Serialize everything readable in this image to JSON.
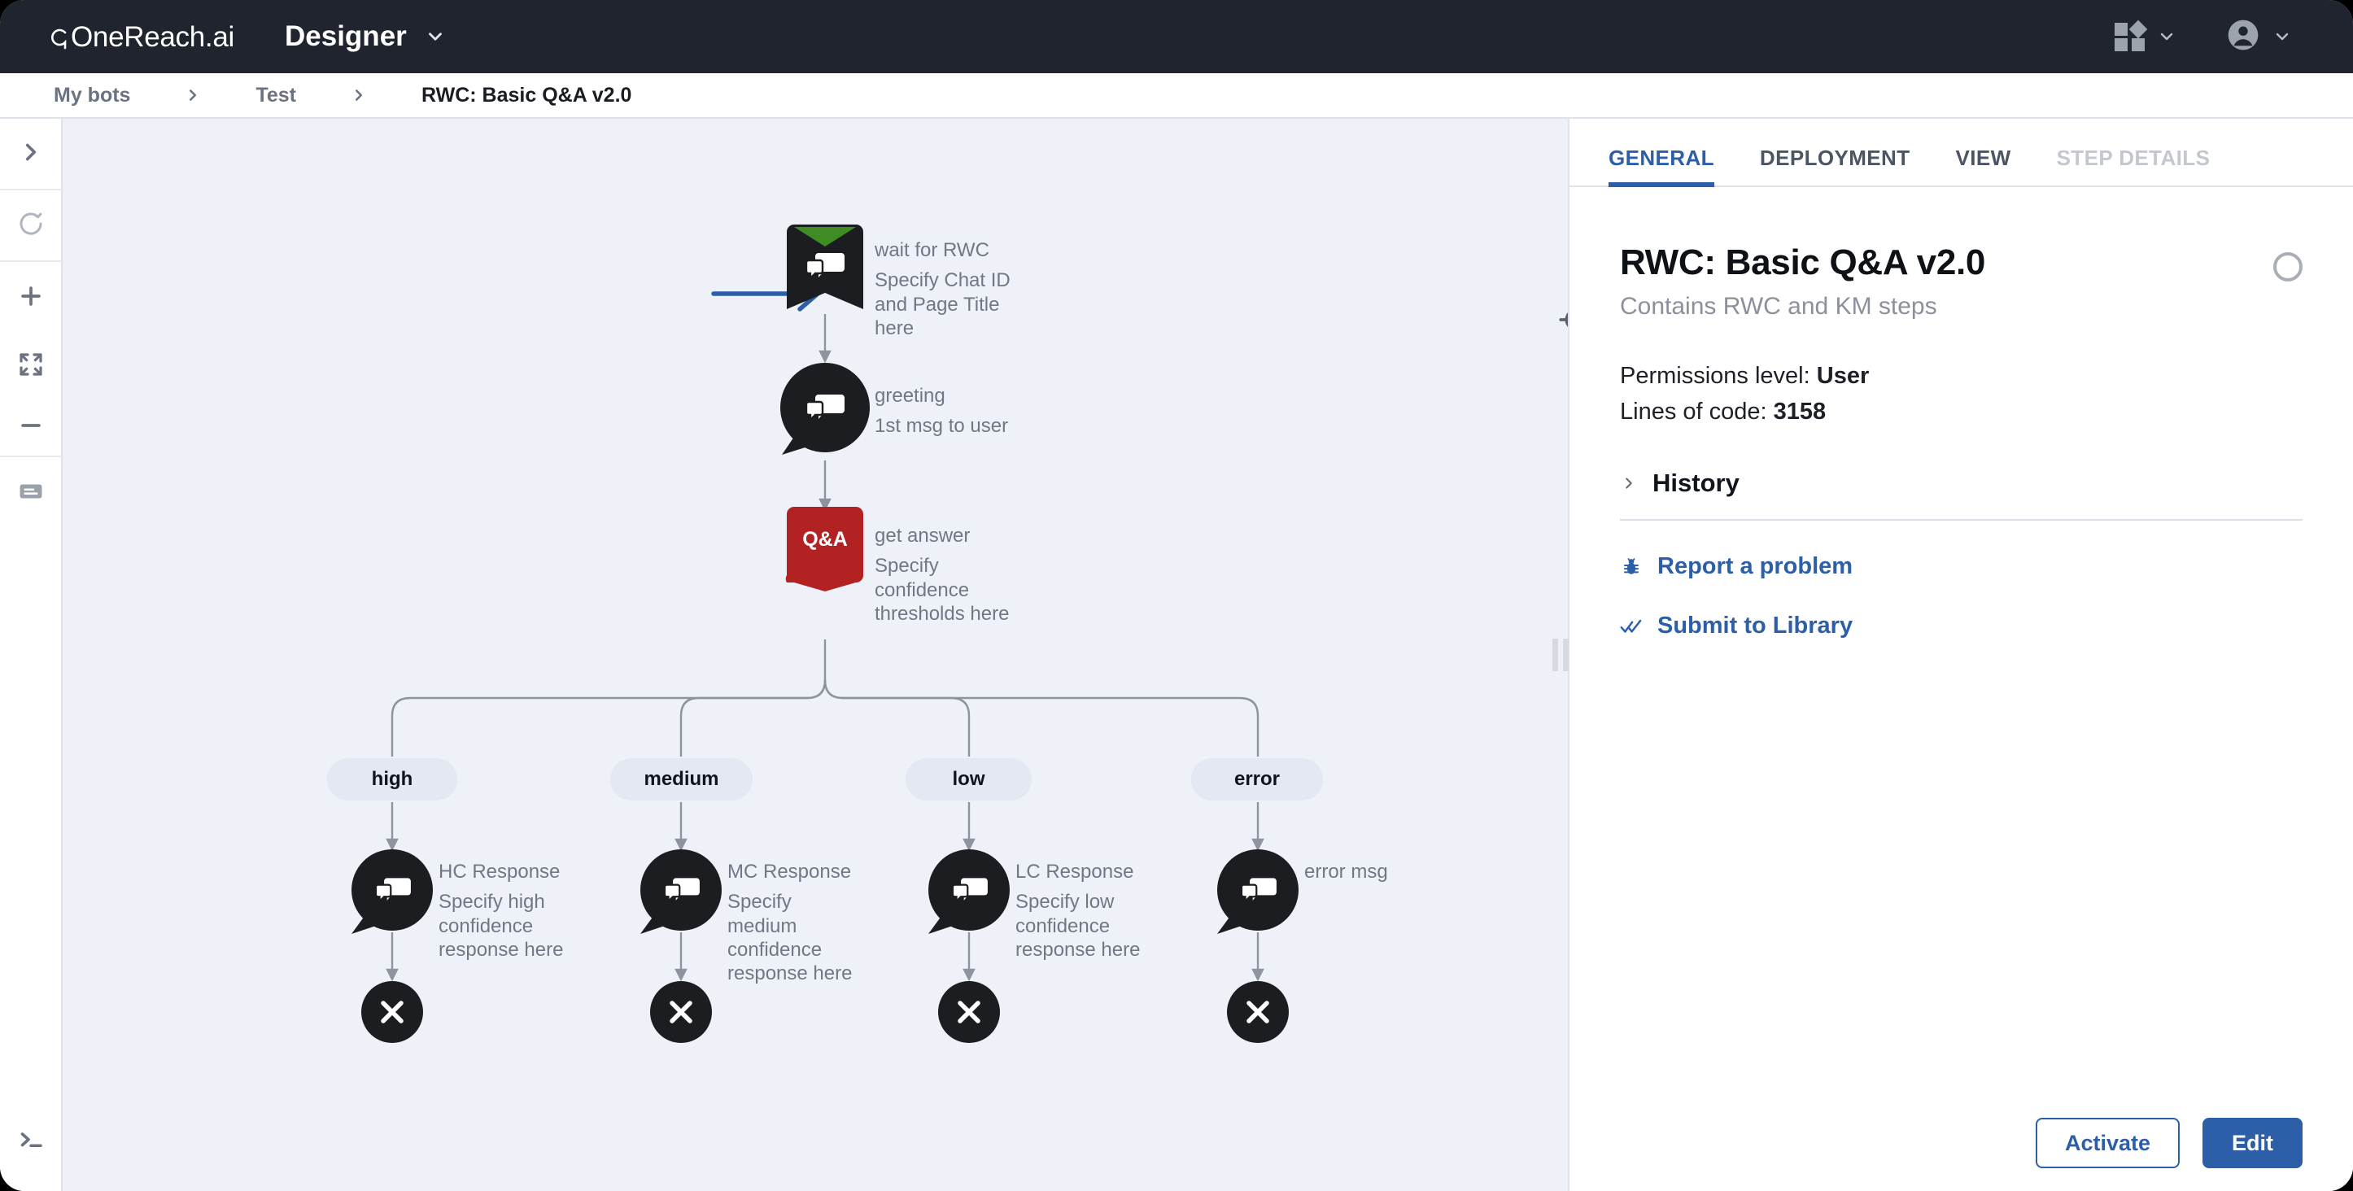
{
  "topnav": {
    "logo": "OneReach.ai",
    "app_name": "Designer",
    "app_caret_icon": "chevron-down-icon",
    "apps_icon": "apps-grid-icon",
    "apps_caret_icon": "chevron-down-icon",
    "account_icon": "user-avatar-icon",
    "account_caret_icon": "chevron-down-icon"
  },
  "breadcrumb": {
    "items": [
      {
        "label": "My bots",
        "active": false
      },
      {
        "label": "Test",
        "active": false
      },
      {
        "label": "RWC: Basic Q&A v2.0",
        "active": true
      }
    ],
    "separator_icon": "chevron-right-icon"
  },
  "left_toolbar": {
    "items": [
      {
        "name": "expand-panel",
        "icon": "chevron-right-icon"
      },
      {
        "name": "refresh",
        "icon": "refresh-icon"
      },
      {
        "name": "zoom-in",
        "icon": "plus-icon"
      },
      {
        "name": "fit-to-screen",
        "icon": "fit-screen-icon"
      },
      {
        "name": "zoom-out",
        "icon": "minus-icon"
      },
      {
        "name": "documentation",
        "icon": "document-icon"
      },
      {
        "name": "console",
        "icon": "terminal-icon"
      }
    ]
  },
  "canvas": {
    "recenter_icon": "crosshair-target-icon",
    "annotation_arrow": {
      "icon": "arrow-right-annotation",
      "color": "#2c5fa8"
    },
    "background_color": "#eef1f8",
    "nodes": [
      {
        "id": "wait-for-rwc",
        "shape": "trigger-banner",
        "icon": "chat-bubbles-icon",
        "color": "#1b1d21",
        "accent_color": "#3f8c24",
        "title": "wait for RWC",
        "subtitle": "Specify Chat ID and Page Title here"
      },
      {
        "id": "greeting",
        "shape": "speech-bubble",
        "icon": "chat-bubbles-icon",
        "color": "#1b1d21",
        "title": "greeting",
        "subtitle": "1st msg to user"
      },
      {
        "id": "get-answer",
        "shape": "qa-banner",
        "badge": "Q&A",
        "color": "#b22222",
        "title": "get answer",
        "subtitle": "Specify confidence thresholds here"
      }
    ],
    "branches": [
      {
        "label": "high",
        "node": {
          "id": "hc-response",
          "shape": "speech-bubble",
          "icon": "chat-bubbles-icon",
          "title": "HC Response",
          "subtitle": "Specify high confidence response here"
        },
        "end": {
          "id": "end-high",
          "icon": "close-x-icon"
        }
      },
      {
        "label": "medium",
        "node": {
          "id": "mc-response",
          "shape": "speech-bubble",
          "icon": "chat-bubbles-icon",
          "title": "MC Response",
          "subtitle": "Specify medium confidence response here"
        },
        "end": {
          "id": "end-medium",
          "icon": "close-x-icon"
        }
      },
      {
        "label": "low",
        "node": {
          "id": "lc-response",
          "shape": "speech-bubble",
          "icon": "chat-bubbles-icon",
          "title": "LC Response",
          "subtitle": "Specify low confidence response here"
        },
        "end": {
          "id": "end-low",
          "icon": "close-x-icon"
        }
      },
      {
        "label": "error",
        "node": {
          "id": "error-msg",
          "shape": "speech-bubble",
          "icon": "chat-bubbles-icon",
          "title": "error msg",
          "subtitle": ""
        },
        "end": {
          "id": "end-error",
          "icon": "close-x-icon"
        }
      }
    ]
  },
  "panel": {
    "tabs": [
      {
        "label": "GENERAL",
        "state": "active"
      },
      {
        "label": "DEPLOYMENT",
        "state": "default"
      },
      {
        "label": "VIEW",
        "state": "default"
      },
      {
        "label": "STEP DETAILS",
        "state": "disabled"
      }
    ],
    "title": "RWC: Basic Q&A v2.0",
    "subtitle": "Contains RWC and KM steps",
    "status_indicator_icon": "status-circle-icon",
    "meta": {
      "permissions_label": "Permissions level:",
      "permissions_value": "User",
      "lines_label": "Lines of code:",
      "lines_value": "3158"
    },
    "history": {
      "label": "History",
      "icon": "chevron-right-icon"
    },
    "links": [
      {
        "label": "Report a problem",
        "icon": "bug-icon"
      },
      {
        "label": "Submit to Library",
        "icon": "double-check-icon"
      }
    ],
    "footer": {
      "activate_label": "Activate",
      "edit_label": "Edit"
    },
    "accent_color": "#2c5fa8"
  }
}
